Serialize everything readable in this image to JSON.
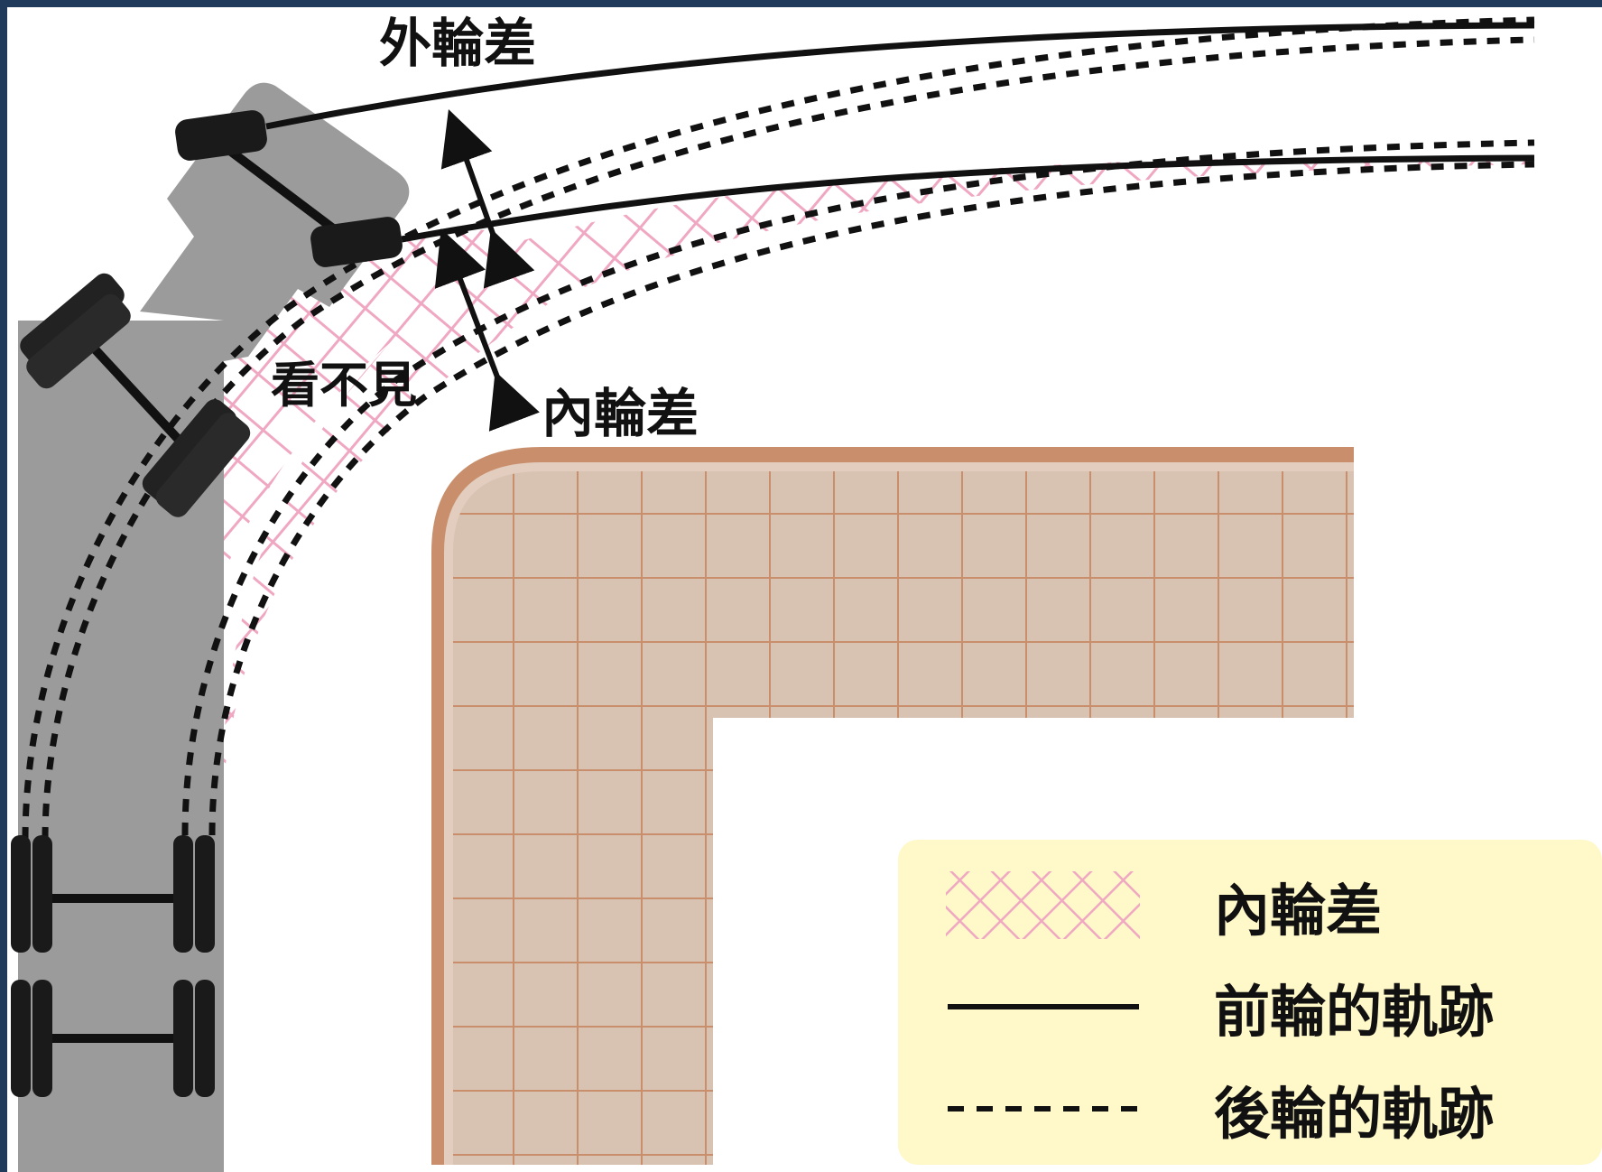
{
  "diagram": {
    "labels": {
      "outer_diff": "外輪差",
      "inner_diff": "內輪差",
      "blind": "看不見"
    },
    "legend": [
      {
        "key": "hatch",
        "text": "內輪差"
      },
      {
        "key": "solid",
        "text": "前輪的軌跡"
      },
      {
        "key": "dashed",
        "text": "後輪的軌跡"
      }
    ],
    "colors": {
      "frame": "#1f3a5a",
      "road": "#ffffff",
      "truck": "#9b9b9b",
      "hatch": "#f0a8c2",
      "sidewalk": "#d8c2b2",
      "sidewalk_grid": "#c98f6c",
      "legend_bg": "#fff8c8",
      "line": "#111111"
    }
  }
}
